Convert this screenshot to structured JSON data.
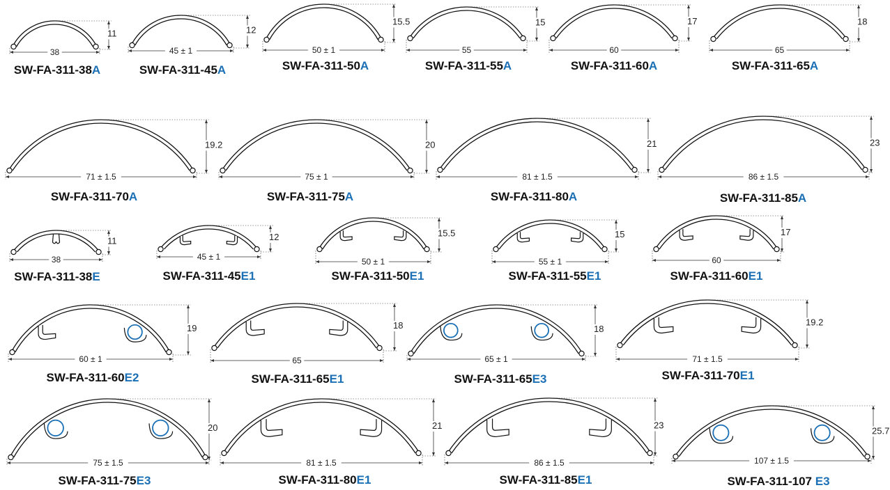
{
  "colors": {
    "outline": "#111111",
    "dim_line": "#333333",
    "suffix": "#1a6fb5",
    "circle": "#1a6fb5"
  },
  "profiles": [
    {
      "id": "38A",
      "prefix": "SW-FA-311-38",
      "suffix": "A",
      "width": "38",
      "height": "11",
      "variant": "plain"
    },
    {
      "id": "45A",
      "prefix": "SW-FA-311-45",
      "suffix": "A",
      "width": "45 ± 1",
      "height": "12",
      "variant": "plain"
    },
    {
      "id": "50A",
      "prefix": "SW-FA-311-50",
      "suffix": "A",
      "width": "50 ± 1",
      "height": "15.5",
      "variant": "plain"
    },
    {
      "id": "55A",
      "prefix": "SW-FA-311-55",
      "suffix": "A",
      "width": "55",
      "height": "15",
      "variant": "plain"
    },
    {
      "id": "60A",
      "prefix": "SW-FA-311-60",
      "suffix": "A",
      "width": "60",
      "height": "17",
      "variant": "plain"
    },
    {
      "id": "65A",
      "prefix": "SW-FA-311-65",
      "suffix": "A",
      "width": "65",
      "height": "18",
      "variant": "plain"
    },
    {
      "id": "70A",
      "prefix": "SW-FA-311-70",
      "suffix": "A",
      "width": "71 ± 1.5",
      "height": "19.2",
      "variant": "plain"
    },
    {
      "id": "75A",
      "prefix": "SW-FA-311-75",
      "suffix": "A",
      "width": "75 ± 1",
      "height": "20",
      "variant": "plain"
    },
    {
      "id": "80A",
      "prefix": "SW-FA-311-80",
      "suffix": "A",
      "width": "81 ± 1.5",
      "height": "21",
      "variant": "plain"
    },
    {
      "id": "85A",
      "prefix": "SW-FA-311-85",
      "suffix": "A",
      "width": "86 ± 1.5",
      "height": "23",
      "variant": "plain"
    },
    {
      "id": "38E",
      "prefix": "SW-FA-311-38",
      "suffix": "E",
      "width": "38",
      "height": "11",
      "variant": "center-clip"
    },
    {
      "id": "45E1",
      "prefix": "SW-FA-311-45",
      "suffix": "E1",
      "width": "45 ± 1",
      "height": "12",
      "variant": "hooks"
    },
    {
      "id": "50E1",
      "prefix": "SW-FA-311-50",
      "suffix": "E1",
      "width": "50 ± 1",
      "height": "15.5",
      "variant": "hooks"
    },
    {
      "id": "55E1",
      "prefix": "SW-FA-311-55",
      "suffix": "E1",
      "width": "55 ± 1",
      "height": "15",
      "variant": "hooks"
    },
    {
      "id": "60E1",
      "prefix": "SW-FA-311-60",
      "suffix": "E1",
      "width": "60",
      "height": "17",
      "variant": "hooks"
    },
    {
      "id": "60E2",
      "prefix": "SW-FA-311-60",
      "suffix": "E2",
      "width": "60 ± 1",
      "height": "19",
      "variant": "hook-left-circle-right"
    },
    {
      "id": "65E1",
      "prefix": "SW-FA-311-65",
      "suffix": "E1",
      "width": "65",
      "height": "18",
      "variant": "hooks"
    },
    {
      "id": "65E3",
      "prefix": "SW-FA-311-65",
      "suffix": "E3",
      "width": "65 ± 1",
      "height": "18",
      "variant": "circles"
    },
    {
      "id": "70E1",
      "prefix": "SW-FA-311-70",
      "suffix": "E1",
      "width": "71 ± 1.5",
      "height": "19.2",
      "variant": "hooks"
    },
    {
      "id": "75E3",
      "prefix": "SW-FA-311-75",
      "suffix": "E3",
      "width": "75 ± 1.5",
      "height": "20",
      "variant": "circles"
    },
    {
      "id": "80E1",
      "prefix": "SW-FA-311-80",
      "suffix": "E1",
      "width": "81 ± 1.5",
      "height": "21",
      "variant": "hooks"
    },
    {
      "id": "85E1",
      "prefix": "SW-FA-311-85",
      "suffix": "E1",
      "width": "86 ± 1.5",
      "height": "23",
      "variant": "hooks"
    },
    {
      "id": "107E3",
      "prefix": "SW-FA-311-107 ",
      "suffix": "E3",
      "width": "107 ± 1.5",
      "height": "25.7",
      "variant": "circles"
    }
  ]
}
